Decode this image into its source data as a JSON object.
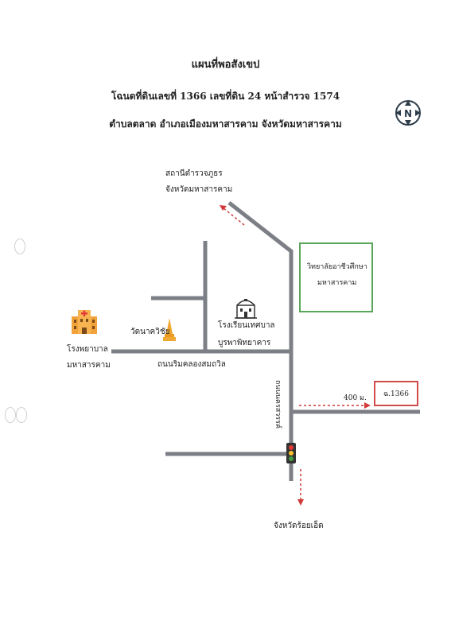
{
  "header": {
    "title": "แผนที่พอสังเขป",
    "deed_line": "โฉนดที่ดินเลขที่ 1366 เลขที่ดิน 24 หน้าสำรวจ 1574",
    "location_line": "ตำบลตลาด อำเภอเมืองมหาสารคาม จังหวัดมหาสารคาม"
  },
  "compass": {
    "letter": "N",
    "icon": "compass-north-icon"
  },
  "labels": {
    "police_line1": "สถานีตำรวจภูธร",
    "police_line2": "จังหวัดมหาสารคาม",
    "college_line1": "วิทยาลัยอาชีวศึกษา",
    "college_line2": "มหาสารคาม",
    "school_line1": "โรงเรียนเทศบาล",
    "school_line2": "บูรพาพิทยาคาร",
    "temple": "วัดนาควิชัย",
    "hospital_line1": "โรงพยาบาล",
    "hospital_line2": "มหาสารคาม",
    "canal_road": "ถนนริมคลองสมถวิล",
    "main_road": "ถนนนครสวรรค์",
    "distance": "400 ม.",
    "land_plot": "ฉ.1366",
    "roiet": "จังหวัดร้อยเอ็ด"
  },
  "icons": {
    "hospital": "hospital-icon",
    "school": "school-building-icon",
    "temple": "temple-pagoda-icon",
    "traffic_light": "traffic-light-icon"
  },
  "colors": {
    "road": "#7d7f86",
    "arrow": "#d23a3a",
    "college_border": "#5aa55a",
    "land_border": "#d24b4b",
    "hospital_orange": "#f2a23a",
    "temple_gold": "#f0a830"
  }
}
